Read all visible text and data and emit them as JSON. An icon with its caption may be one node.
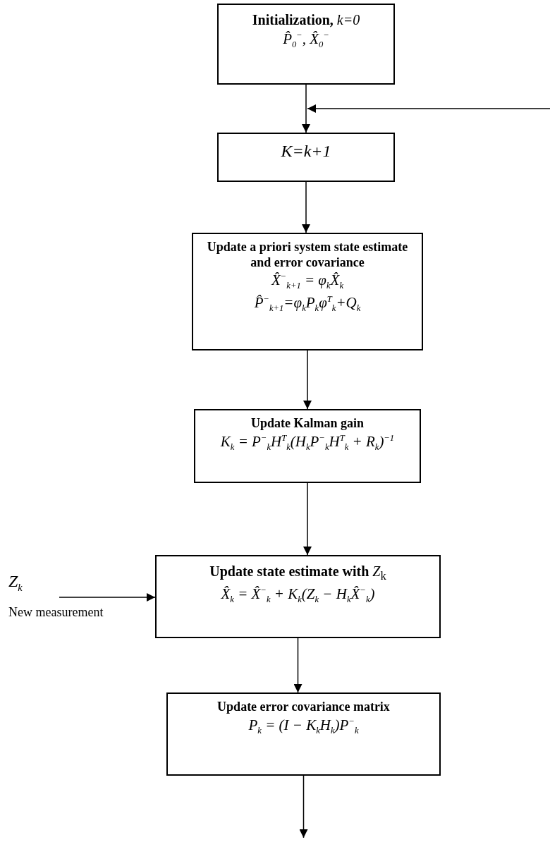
{
  "diagram": {
    "nodes": [
      {
        "text": [
          "**Initialization,** *k=0*",
          "P̂$_{0}$$^{−}$,  X̂$_{0}$$^{−}$"
        ]
      },
      {
        "text": [
          "K=k+1"
        ]
      },
      {
        "text": [
          "Update a priori system state estimate and error covariance",
          "X̂$^{−}$$_{k+1}$ = φ$_{k}$X̂$_{k}$",
          "P̂$^{−}$$_{k+1}$=φ$_{k}$P$_{k}$φ$^{T}$$_{k}$+Q$_{k}$"
        ]
      },
      {
        "text": [
          "Update Kalman gain",
          "K$_{k}$ = P$^{−}$$_{k}$H$^{T}$$_{k}$(H$_{k}$P$^{−}$$_{k}$H$^{T}$$_{k}$ + R$_{k}$)$^{−1}$"
        ]
      },
      {
        "text": [
          "Z$_{k}$"
        ],
        "beside": [
          "New measurement"
        ]
      },
      {
        "text": [
          "**Update state estimate with** *Z*$_{k}$",
          "X̂$_{k}$ = X̂$^{−}$$_{k}$ + K$_{k}$(Z$_{k}$ − H$_{k}$X̂$^{−}$$_{k}$)"
        ]
      },
      {
        "text": [
          "Update error covariance matrix",
          "P$_{k}$ = (I − K$_{k}$H$_{k}$)P$^{−}$$_{k}$"
        ]
      }
    ],
    "edges": [
      {
        "from": 0,
        "to": 1,
        "arrow": "to"
      },
      {
        "from": null,
        "to": 1,
        "arrow": "to"
      },
      {
        "from": 1,
        "to": 2,
        "arrow": "to"
      },
      {
        "from": 2,
        "to": 3,
        "arrow": "to"
      },
      {
        "from": 3,
        "to": 5,
        "arrow": "to"
      },
      {
        "from": 4,
        "to": 5,
        "arrow": "to"
      },
      {
        "from": 5,
        "to": 6,
        "arrow": "to"
      },
      {
        "from": 6,
        "to": null,
        "arrow": "to"
      }
    ]
  }
}
